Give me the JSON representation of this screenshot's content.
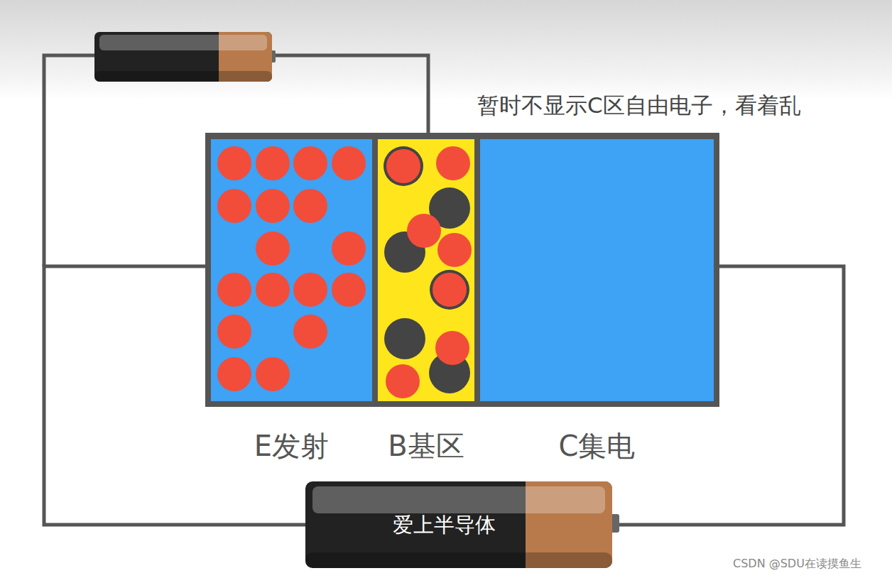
{
  "diagram": {
    "nodes": [
      {
        "text": [
          "E发射"
        ]
      },
      {
        "text": [
          "B基区"
        ]
      },
      {
        "text": [
          "C集电"
        ]
      },
      {
        "text": [
          "爱上半导体"
        ]
      }
    ],
    "edges": [
      {
        "from": 3,
        "to": 0,
        "arrow": "none"
      },
      {
        "from": 3,
        "to": 2,
        "arrow": "none"
      }
    ],
    "labels": [
      "暂时不显示C区自由电子，看着乱",
      "CSDN @SDU在读摸鱼生"
    ]
  }
}
